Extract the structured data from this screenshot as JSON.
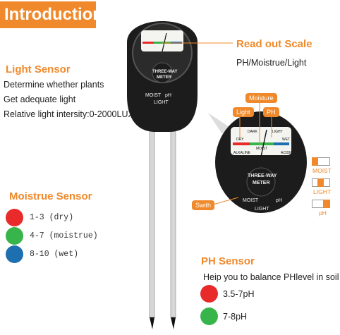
{
  "header": {
    "title": "Introduction"
  },
  "light_sensor": {
    "title": "Light Sensor",
    "lines": [
      "Determine whether plants",
      "Get adequate light",
      "Relative light intersity:0-2000LUX"
    ]
  },
  "readout": {
    "title": "Read out Scale",
    "subtitle": "PH/Moistrue/Light"
  },
  "moisture_sensor": {
    "title": "Moistrue Sensor",
    "items": [
      {
        "label": "1-3 (dry)",
        "color": "#e82a2a"
      },
      {
        "label": "4-7 (moistrue)",
        "color": "#38b54a"
      },
      {
        "label": "8-10 (wet)",
        "color": "#1e6fb0"
      }
    ]
  },
  "ph_sensor": {
    "title": "PH Sensor",
    "desc": "Heip you to balance PHlevel in soil",
    "items": [
      {
        "label": "3.5-7pH",
        "color": "#e82a2a"
      },
      {
        "label": "7-8pH",
        "color": "#38b54a"
      }
    ]
  },
  "meter_face": {
    "brand_line1": "THREE-WAY",
    "brand_line2": "METER",
    "scale_dark": "DARK",
    "scale_light": "LIGHT",
    "scale_dry": "DRY",
    "scale_wet": "WET",
    "scale_alkaline": "ALKALINE",
    "scale_acidic": "ACIDIC",
    "scale_moist": "MOIST",
    "switch_moist": "MOIST",
    "switch_light": "LIGHT",
    "switch_ph": "pH"
  },
  "callouts": {
    "moisture": "Moisture",
    "light": "Light",
    "ph": "PH",
    "switch": "Swith"
  },
  "switch_positions": [
    "MOIST",
    "LIGHT",
    "pH"
  ],
  "colors": {
    "accent": "#f0892b",
    "meter_body": "#1c1c1c"
  }
}
